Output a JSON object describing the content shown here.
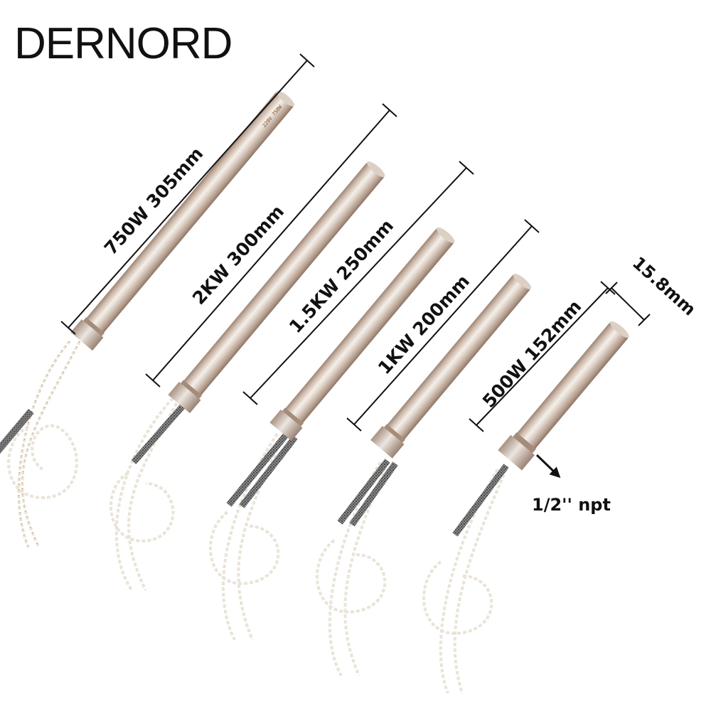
{
  "brand": "DERNORD",
  "labels": {
    "h1": "750W 305mm",
    "h2": "2KW  300mm",
    "h3": "1.5KW 250mm",
    "h4": "1KW 200mm",
    "h5": "500W 152mm",
    "diameter": "15.8mm",
    "thread": "1/2'' npt"
  },
  "marking": "220V 750W",
  "colors": {
    "tube_light": "#ece5df",
    "tube_mid": "#cdb9aa",
    "tube_dark": "#9c8474",
    "text": "#111111",
    "background": "#ffffff"
  },
  "icons": {
    "thread_pointer": "arrow-right-down-icon"
  }
}
